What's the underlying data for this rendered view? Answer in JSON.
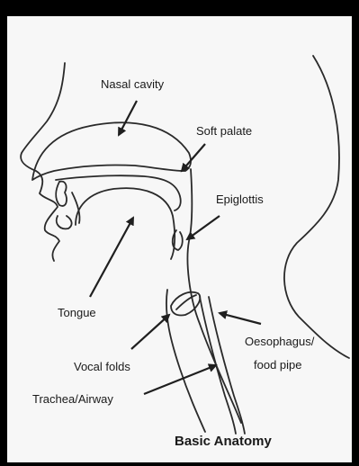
{
  "diagram": {
    "title": "Basic Anatomy",
    "labels": {
      "nasal_cavity": "Nasal cavity",
      "soft_palate": "Soft palate",
      "epiglottis": "Epiglottis",
      "tongue": "Tongue",
      "vocal_folds": "Vocal folds",
      "oesophagus_line1": "Oesophagus/",
      "oesophagus_line2": "food pipe",
      "trachea": "Trachea/Airway"
    }
  },
  "colors": {
    "frame": "#000000",
    "paper": "#f7f7f7",
    "ink": "#1a1a1a"
  }
}
